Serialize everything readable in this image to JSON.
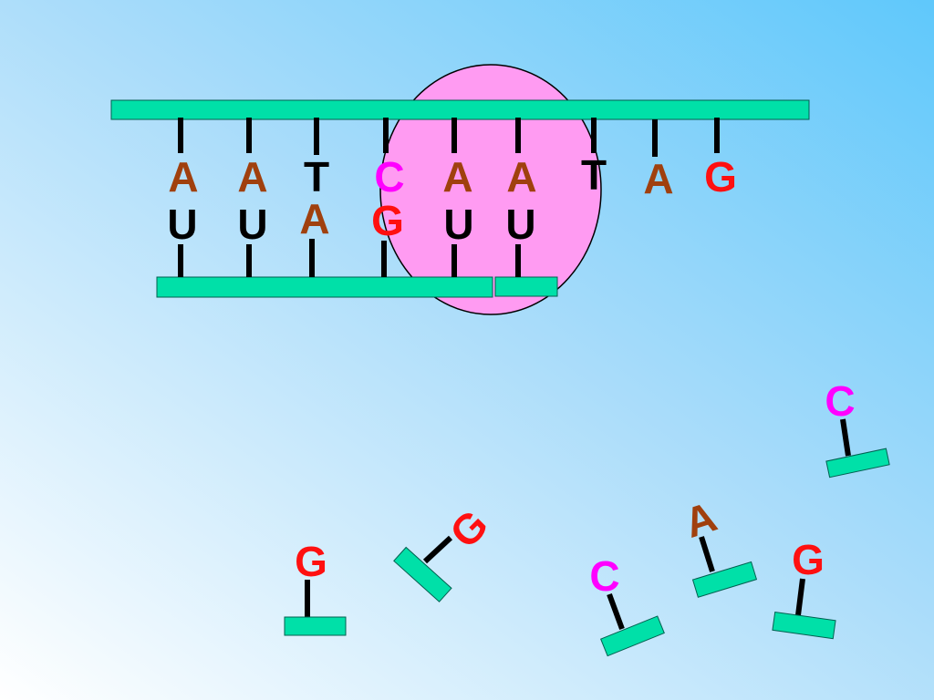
{
  "colors": {
    "strand": "#00e0a8",
    "ribosome": "#ff9bf2",
    "line": "#000000",
    "A": "#a0400e",
    "T": "#000000",
    "U": "#000000",
    "C": "#ff00ff",
    "G": "#ff1010"
  },
  "dna_template_bases": [
    "A",
    "A",
    "T",
    "C",
    "A",
    "A",
    "T",
    "A",
    "G"
  ],
  "rna_bases": [
    "U",
    "U",
    "A",
    "G",
    "U",
    "U"
  ],
  "free_nucleotides": [
    "C",
    "G",
    "G",
    "A",
    "C",
    "G"
  ]
}
